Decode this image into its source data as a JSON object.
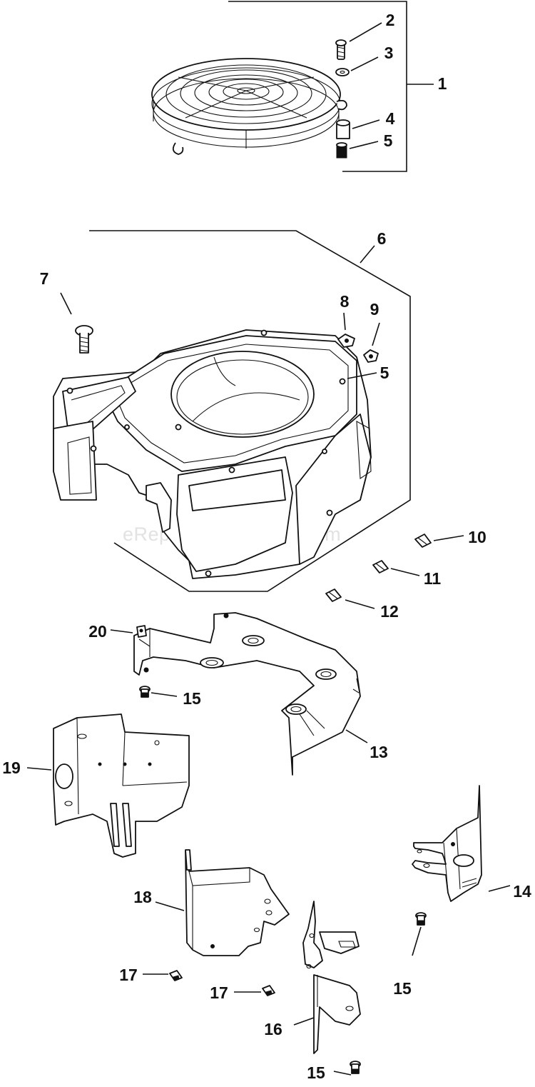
{
  "watermark": "eReplacementParts.com",
  "callouts": [
    {
      "id": "1",
      "label": "1"
    },
    {
      "id": "2",
      "label": "2"
    },
    {
      "id": "3",
      "label": "3"
    },
    {
      "id": "4",
      "label": "4"
    },
    {
      "id": "5a",
      "label": "5"
    },
    {
      "id": "6",
      "label": "6"
    },
    {
      "id": "7",
      "label": "7"
    },
    {
      "id": "8",
      "label": "8"
    },
    {
      "id": "9",
      "label": "9"
    },
    {
      "id": "5b",
      "label": "5"
    },
    {
      "id": "10",
      "label": "10"
    },
    {
      "id": "11",
      "label": "11"
    },
    {
      "id": "12",
      "label": "12"
    },
    {
      "id": "20",
      "label": "20"
    },
    {
      "id": "15a",
      "label": "15"
    },
    {
      "id": "13",
      "label": "13"
    },
    {
      "id": "19",
      "label": "19"
    },
    {
      "id": "18",
      "label": "18"
    },
    {
      "id": "14",
      "label": "14"
    },
    {
      "id": "17a",
      "label": "17"
    },
    {
      "id": "15b",
      "label": "15"
    },
    {
      "id": "17b",
      "label": "17"
    },
    {
      "id": "16",
      "label": "16"
    },
    {
      "id": "15c",
      "label": "15"
    }
  ]
}
